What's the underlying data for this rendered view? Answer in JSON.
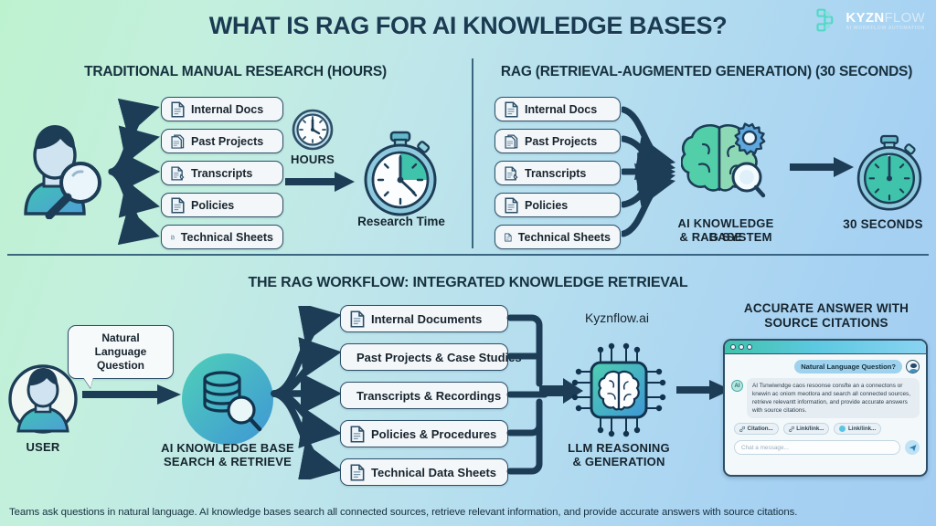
{
  "header": {
    "title": "WHAT IS RAG FOR AI KNOWLEDGE BASES?",
    "logo_name_bold": "KYZN",
    "logo_name_light": "FLOW",
    "logo_tagline": "AI WORKFLOW AUTOMATION",
    "logo_icon": "kyznflow-blocks-icon"
  },
  "panel_left": {
    "title": "TRADITIONAL MANUAL RESEARCH (HOURS)",
    "person_icon": "person-with-magnifier-icon",
    "sources": [
      {
        "label": "Internal Docs",
        "icon": "document-icon"
      },
      {
        "label": "Past Projects",
        "icon": "documents-stack-icon"
      },
      {
        "label": "Transcripts",
        "icon": "transcript-document-icon"
      },
      {
        "label": "Policies",
        "icon": "document-icon"
      },
      {
        "label": "Technical Sheets",
        "icon": "document-icon"
      }
    ],
    "clock_icon": "wall-clock-icon",
    "clock_label": "HOURS",
    "arrow_icon": "right-arrow-icon",
    "stopwatch_icon": "stopwatch-icon",
    "stopwatch_caption": "Research Time"
  },
  "panel_right": {
    "title": "RAG (RETRIEVAL-AUGMENTED GENERATION) (30 SECONDS)",
    "sources": [
      {
        "label": "Internal Docs",
        "icon": "document-icon"
      },
      {
        "label": "Past Projects",
        "icon": "documents-stack-icon"
      },
      {
        "label": "Transcripts",
        "icon": "transcript-document-icon"
      },
      {
        "label": "Policies",
        "icon": "document-icon"
      },
      {
        "label": "Technical Sheets",
        "icon": "document-icon"
      }
    ],
    "engine_icon": "brain-gear-magnifier-icon",
    "engine_caption_line1": "AI KNOWLEDGE BASE",
    "engine_caption_line2": "& RAG SYSTEM",
    "arrow_icon": "right-arrow-icon",
    "stopwatch_icon": "stopwatch-icon",
    "stopwatch_caption": "30 SECONDS"
  },
  "workflow": {
    "title": "THE RAG WORKFLOW: INTEGRATED KNOWLEDGE RETRIEVAL",
    "user_icon": "user-avatar-icon",
    "user_caption": "USER",
    "question_bubble": "Natural Language Question",
    "kb_icon": "database-search-icon",
    "kb_caption_line1": "AI KNOWLEDGE BASE",
    "kb_caption_line2": "SEARCH & RETRIEVE",
    "sources": [
      {
        "label": "Internal Documents",
        "icon": "document-icon"
      },
      {
        "label": "Past Projects & Case Studies",
        "icon": "documents-stack-icon"
      },
      {
        "label": "Transcripts & Recordings",
        "icon": "transcript-document-icon"
      },
      {
        "label": "Policies & Procedures",
        "icon": "document-icon"
      },
      {
        "label": "Technical Data Sheets",
        "icon": "document-icon"
      }
    ],
    "brand_label": "Kyznflow.ai",
    "llm_icon": "cpu-brain-chip-icon",
    "llm_caption_line1": "LLM REASONING",
    "llm_caption_line2": "& GENERATION",
    "arrow_icon": "right-arrow-icon"
  },
  "answer_panel": {
    "title_line1": "ACCURATE ANSWER WITH",
    "title_line2": "SOURCE CITATIONS",
    "window_dots": 3,
    "user_question": "Natural Language Question?",
    "user_avatar_icon": "user-avatar-small-icon",
    "bot_avatar_icon": "bot-avatar-icon",
    "bot_answer": "AI Tsnwiwndge caos resoonse consfte an a connectons or knewin ac oniom meotlora and search all connected sources, retrieve relevantt information, and provide accurate answers with source citations.",
    "chips": [
      {
        "label": "Citation...",
        "icon": "link-icon"
      },
      {
        "label": "Link/link...",
        "icon": "link-icon"
      },
      {
        "label": "Link/link...",
        "icon": "circle-link-icon"
      }
    ],
    "input_placeholder": "Chat a message...",
    "send_icon": "send-paper-plane-icon"
  },
  "footer": {
    "note": "Teams ask questions in natural language. AI knowledge bases search all connected sources, retrieve relevant information, and provide accurate answers with source citations."
  },
  "colors": {
    "bg_start": "#bdf2cf",
    "bg_end": "#a3cdf2",
    "ink": "#1a3b52",
    "card_border": "#2d4f68",
    "arrow": "#1d3d57",
    "teal": "#3fc3ab",
    "blue": "#5aa7d8"
  }
}
